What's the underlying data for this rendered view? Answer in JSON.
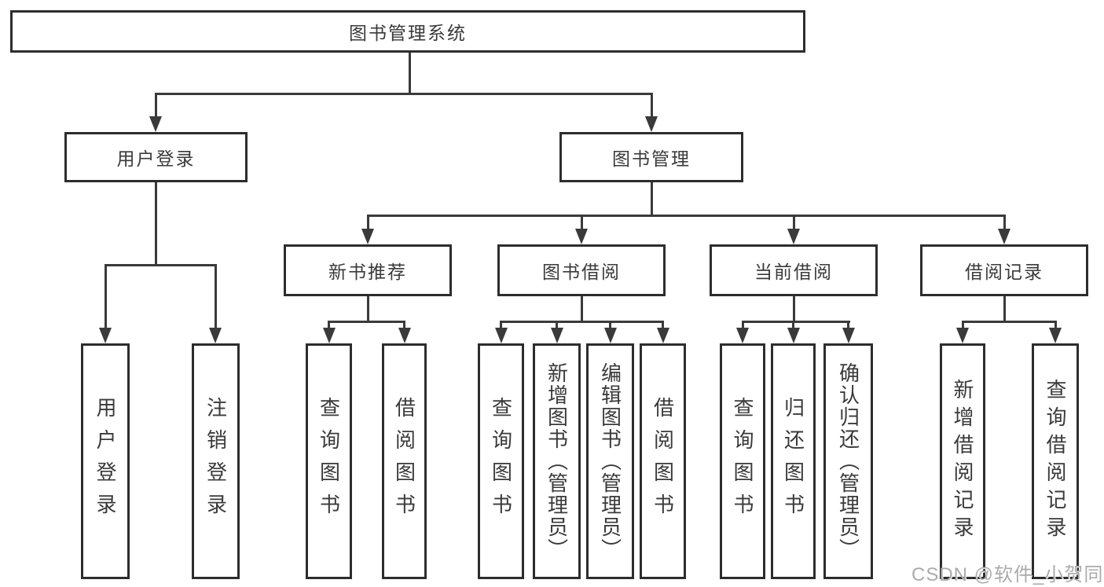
{
  "diagram": {
    "root": "图书管理系统",
    "l2": [
      "用户登录",
      "图书管理"
    ],
    "l3": [
      "新书推荐",
      "图书借阅",
      "当前借阅",
      "借阅记录"
    ],
    "l4_user": [
      "用户登录",
      "注销登录"
    ],
    "l4_newbook": [
      "查询图书",
      "借阅图书"
    ],
    "l4_borrow": [
      "查询图书",
      "新增图书（管理员）",
      "编辑图书（管理员）",
      "借阅图书"
    ],
    "l4_current": [
      "查询图书",
      "归还图书",
      "确认归还（管理员）"
    ],
    "l4_records": [
      "新增借阅记录",
      "查询借阅记录"
    ]
  },
  "watermark": "CSDN @软件_小贺同学",
  "colors": {
    "line": "#3a3a3a",
    "border": "#2d2d2d",
    "text": "#3a3a3a",
    "watermark": "#ababab"
  }
}
